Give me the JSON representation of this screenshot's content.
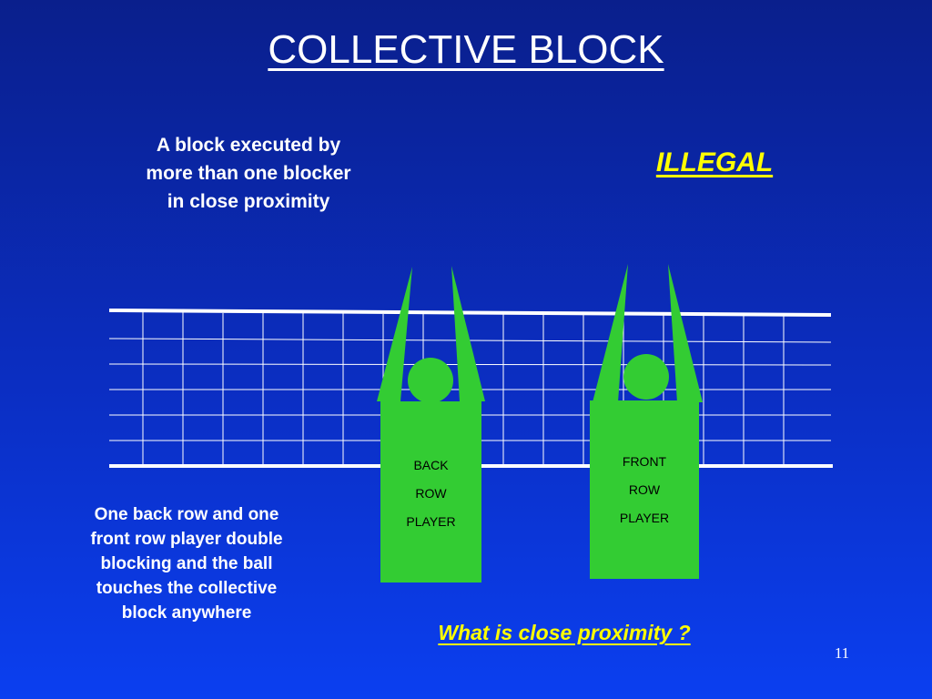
{
  "slide": {
    "title": "COLLECTIVE  BLOCK",
    "definition": [
      "A block executed by",
      "more than one blocker",
      "in close proximity"
    ],
    "verdict": "ILLEGAL",
    "explanation": [
      "One back row and one",
      "front row player double",
      "blocking and  the ball",
      "touches the collective",
      "block anywhere"
    ],
    "question": "What is close proximity ?",
    "page_number": "11"
  },
  "players": {
    "back": {
      "label": [
        "BACK",
        "ROW",
        "PLAYER"
      ]
    },
    "front": {
      "label": [
        "FRONT",
        "ROW",
        "PLAYER"
      ]
    }
  },
  "colors": {
    "background_top": "#0a1f8c",
    "background_bottom": "#0b3ff0",
    "player_fill": "#33cc33",
    "net_lines": "#ffffff",
    "highlight_text": "#ffff00"
  }
}
